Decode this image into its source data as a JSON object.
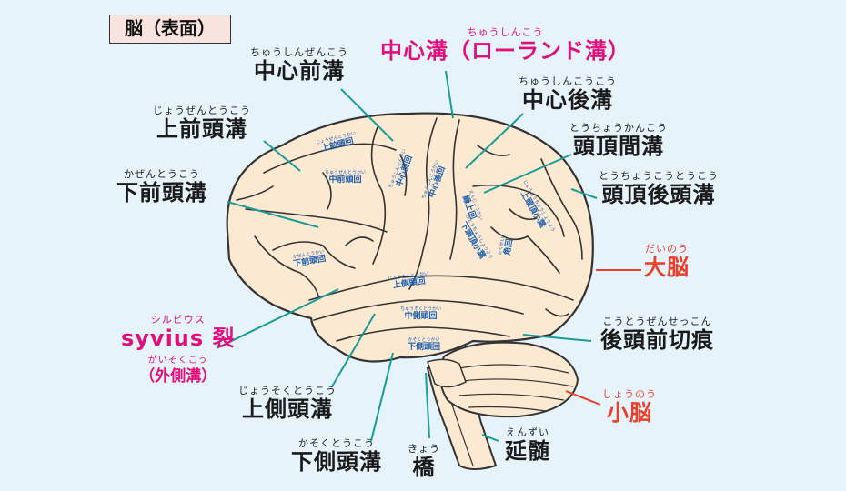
{
  "title": "脳（表面）",
  "labels": {
    "central_sulcus": {
      "ruby": "ちゅうしんこう",
      "text": "中心溝（ローランド溝）"
    },
    "precentral_sulcus": {
      "ruby": "ちゅうしんぜんこう",
      "text": "中心前溝"
    },
    "postcentral_sulcus": {
      "ruby": "ちゅうしんこうこう",
      "text": "中心後溝"
    },
    "superior_frontal_sulcus": {
      "ruby": "じょうぜんとうこう",
      "text": "上前頭溝"
    },
    "intraparietal_sulcus": {
      "ruby": "とうちょうかんこう",
      "text": "頭頂間溝"
    },
    "inferior_frontal_sulcus": {
      "ruby": "かぜんとうこう",
      "text": "下前頭溝"
    },
    "parieto_occipital_sulcus": {
      "ruby": "とうちょうこうとうこう",
      "text": "頭頂後頭溝"
    },
    "cerebrum": {
      "ruby": "だいのう",
      "text": "大脳"
    },
    "sylvian_fissure": {
      "ruby": "シルビウス",
      "text": "syvius 裂",
      "sub_ruby": "がいそくこう",
      "sub_text": "（外側溝）"
    },
    "preoccipital_notch": {
      "ruby": "こうとうぜんせっこん",
      "text": "後頭前切痕"
    },
    "superior_temporal_sulcus": {
      "ruby": "じょうそくとうこう",
      "text": "上側頭溝"
    },
    "cerebellum": {
      "ruby": "しょうのう",
      "text": "小脳"
    },
    "inferior_temporal_sulcus": {
      "ruby": "かそくとうこう",
      "text": "下側頭溝"
    },
    "pons": {
      "ruby": "きょう",
      "text": "橋"
    },
    "medulla": {
      "ruby": "えんずい",
      "text": "延髄"
    }
  },
  "gyri": {
    "superior_frontal": {
      "ruby": "じょうぜんとうかい",
      "text": "上前頭回"
    },
    "middle_frontal": {
      "ruby": "ちゅうぜんとうかい",
      "text": "中前頭回"
    },
    "inferior_frontal": {
      "ruby": "かぜんとうかい",
      "text": "下前頭回"
    },
    "precentral": {
      "ruby": "ちゅうしんぜんかい",
      "text": "中心前回"
    },
    "postcentral": {
      "ruby": "ちゅうしんこうかい",
      "text": "中心後回"
    },
    "superior_parietal": {
      "ruby": "じょうとうちょうしょうよう",
      "text": "上頭頂小葉"
    },
    "supramarginal": {
      "ruby": "えんじょうかい",
      "text": "縁上回"
    },
    "inferior_parietal": {
      "ruby": "かとうちょうしょうよう",
      "text": "下頭頂小葉"
    },
    "angular": {
      "ruby": "かくかい",
      "text": "角回"
    },
    "superior_temporal": {
      "ruby": "じょうそくとうかい",
      "text": "上側頭回"
    },
    "middle_temporal": {
      "ruby": "ちゅうそくとうかい",
      "text": "中側頭回"
    },
    "inferior_temporal": {
      "ruby": "かそくとうかい",
      "text": "下側頭回"
    }
  },
  "colors": {
    "background": "#e6f3fa",
    "brain": "#fbe9d2",
    "outline": "#333333",
    "leader": "#1a9c96",
    "pink": "#e0107a",
    "red": "#e8402a",
    "gyrus_text": "#1d5fb0",
    "title_bg": "#f9e3df"
  }
}
